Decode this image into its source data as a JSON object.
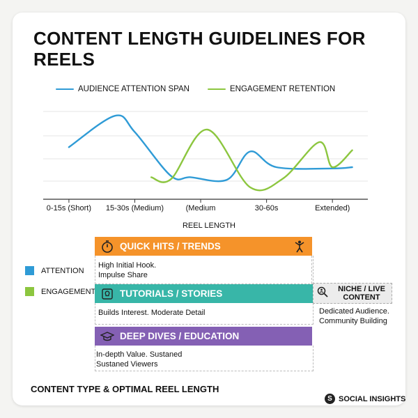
{
  "title": "CONTENT LENGTH GUIDELINES FOR REELS",
  "colors": {
    "attention": "#2f9bd6",
    "engagement": "#8cc63f",
    "quick": "#f5932a",
    "tutorial": "#38b6a8",
    "deep": "#8460b4"
  },
  "chart_data": {
    "type": "line",
    "title": "CONTENT LENGTH GUIDELINES FOR REELS",
    "xlabel": "REEL LENGTH",
    "categories": [
      "0-15s (Short)",
      "15-30s (Medium)",
      "(Medium",
      "30-60s",
      "Extended)"
    ],
    "series": [
      {
        "name": "AUDIENCE ATTENTION SPAN",
        "color": "#2f9bd6",
        "x": [
          0.0,
          0.7,
          1.0,
          1.55,
          1.85,
          2.4,
          2.75,
          3.15,
          4.0,
          4.3
        ],
        "y": [
          52,
          102,
          76,
          6,
          4,
          0,
          45,
          20,
          18,
          20
        ]
      },
      {
        "name": "ENGAGEMENT RETENTION",
        "color": "#8cc63f",
        "x": [
          1.25,
          1.55,
          2.1,
          2.75,
          3.25,
          3.8,
          4.0,
          4.3
        ],
        "y": [
          4,
          1,
          80,
          -12,
          2,
          60,
          20,
          47
        ]
      }
    ],
    "ylim": [
      -30,
      120
    ],
    "grid": true,
    "legend": "top"
  },
  "xaxis_title": "REEL LENGTH",
  "side_legend": {
    "attention": "ATTENTION",
    "engagement": "ENGAGEMENT"
  },
  "bands": {
    "quick": {
      "label": "QUICK HITS / TRENDS",
      "desc1": "High Initial Hook.",
      "desc2": "Impulse Share"
    },
    "tutorial": {
      "label": "TUTORIALS / STORIES",
      "desc1": "Builds Interest. Moderate Detail"
    },
    "deep": {
      "label": "DEEP DIVES / EDUCATION",
      "desc1": "In-depth Value. Sustaned",
      "desc2": "Sustaned Viewers"
    },
    "niche": {
      "label1": "NICHE / LIVE",
      "label2": "CONTENT",
      "desc1": "Dedicated Audience.",
      "desc2": "Community Building"
    }
  },
  "footer": "CONTENT TYPE & OPTIMAL REEL LENGTH",
  "brand": {
    "logo": "S",
    "name": "SOCIAL INSIGHTS"
  }
}
